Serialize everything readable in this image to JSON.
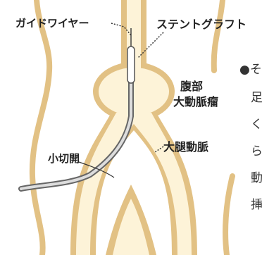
{
  "labels": {
    "guidewire": "ガイドワイヤー",
    "stent_graft": "ステントグラフト",
    "aneurysm_line1": "腹部",
    "aneurysm_line2": "大動脈瘤",
    "femoral_artery": "大腿動脈",
    "small_incision": "小切開"
  },
  "side_text": {
    "line1": "●そ",
    "line2": "足",
    "line3": "く",
    "line4": "ら",
    "line5": "動",
    "line6": "挿"
  },
  "colors": {
    "vessel_wall": "#e2c184",
    "vessel_lumen": "#fdf3d8",
    "wire": "#888888",
    "label_text": "#222222",
    "bullet": "#aaaaaa"
  }
}
